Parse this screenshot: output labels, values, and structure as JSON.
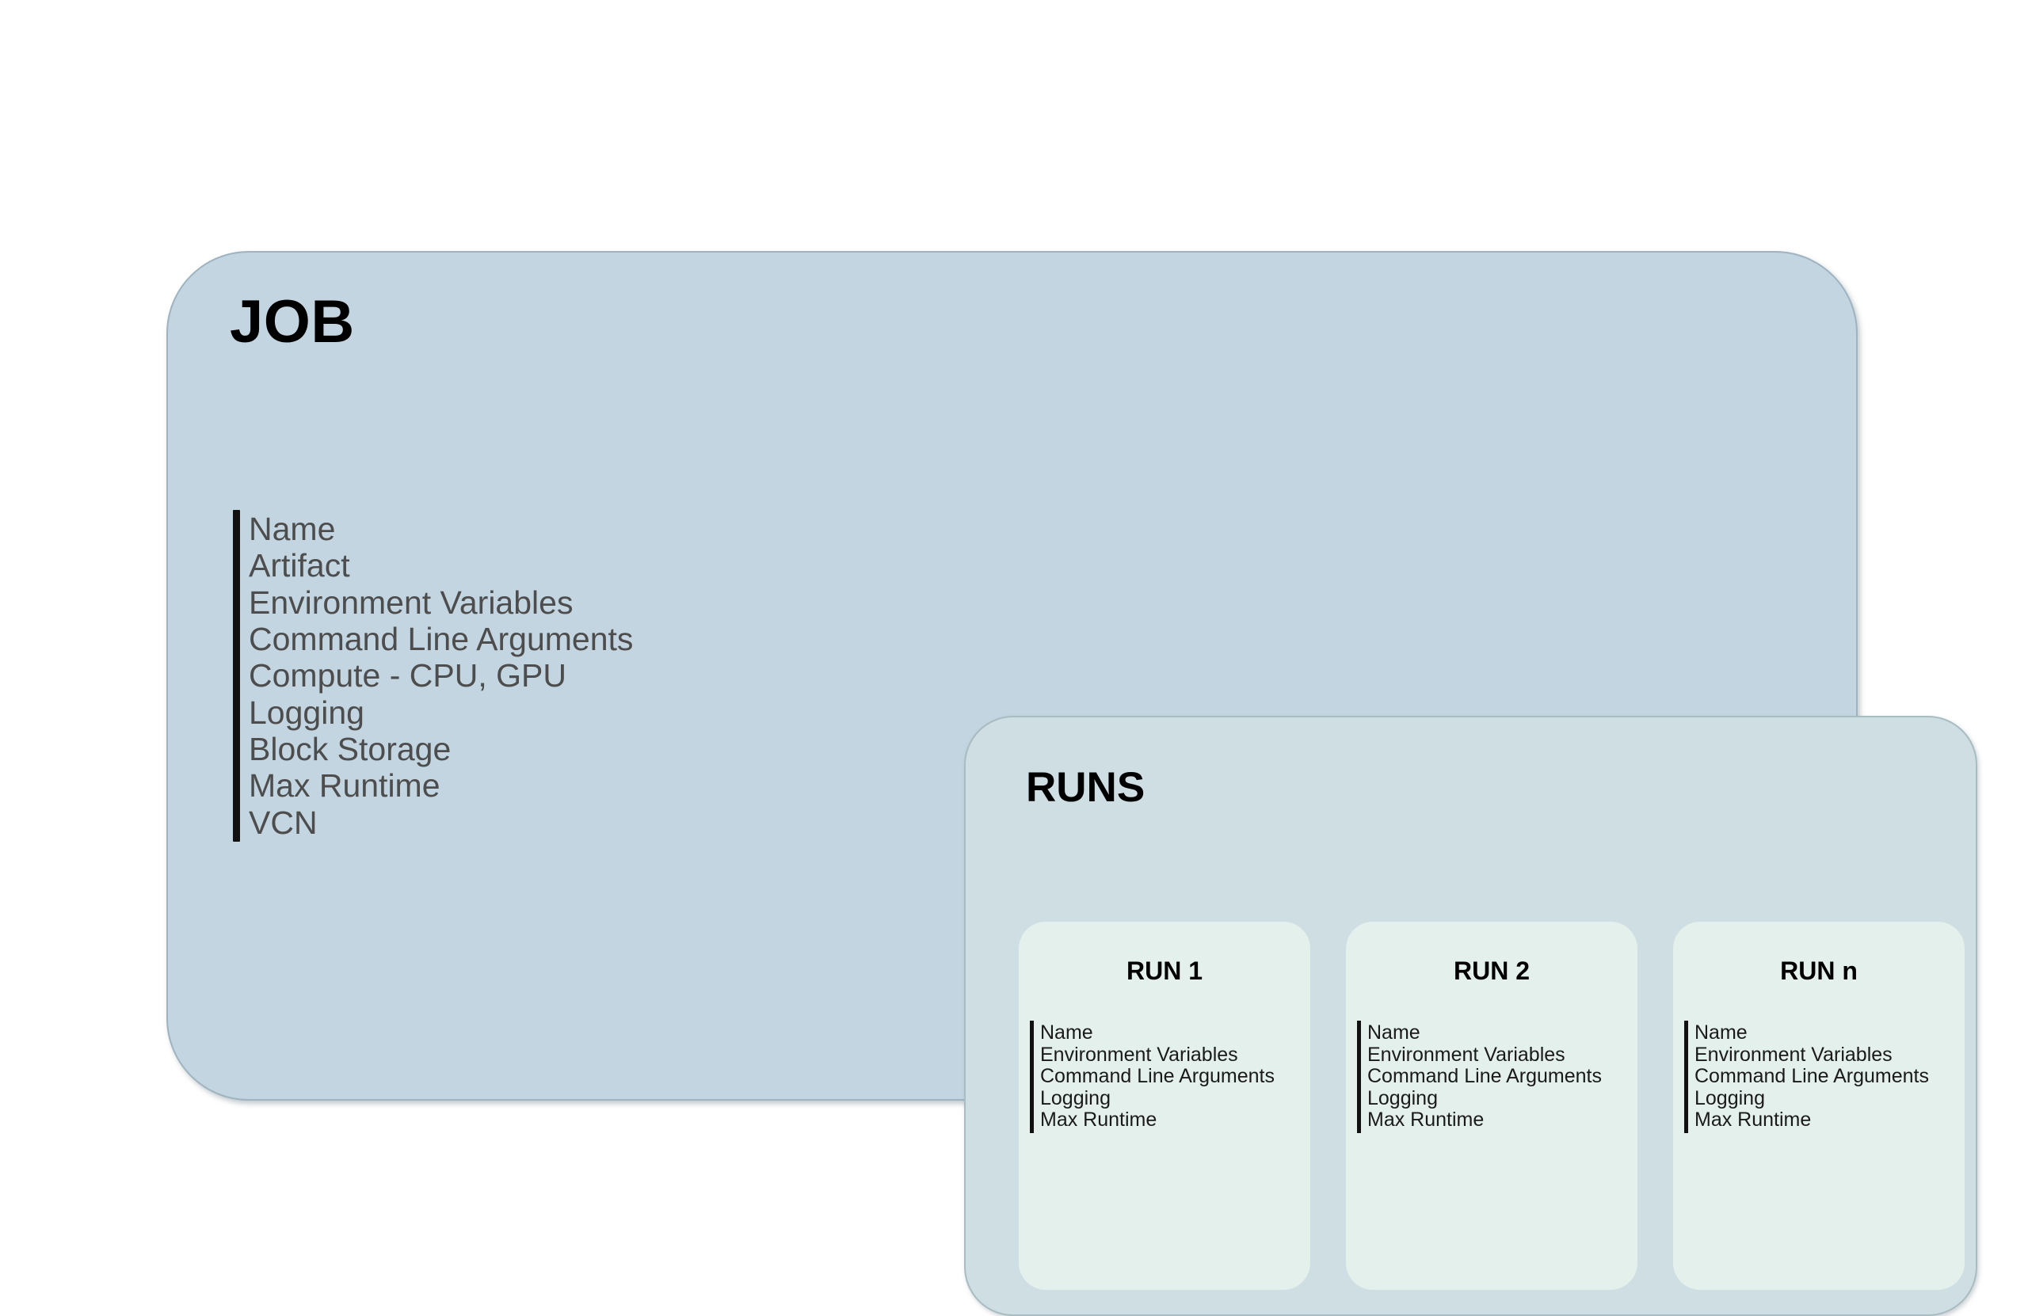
{
  "diagram": {
    "job": {
      "title": "JOB",
      "background_color": "#c3d5e1",
      "border_color": "#9fb3c0",
      "attributes": [
        "Name",
        "Artifact",
        "Environment Variables",
        "Command Line Arguments",
        "Compute - CPU, GPU",
        "Logging",
        "Block Storage",
        "Max Runtime",
        "VCN"
      ]
    },
    "runs": {
      "title": "RUNS",
      "background_color": "#cfdee3",
      "border_color": "#a8bcc2",
      "cards": [
        {
          "title": "RUN 1",
          "attributes": [
            "Name",
            "Environment Variables",
            "Command Line Arguments",
            "Logging",
            "Max Runtime"
          ]
        },
        {
          "title": "RUN 2",
          "attributes": [
            "Name",
            "Environment Variables",
            "Command Line Arguments",
            "Logging",
            "Max Runtime"
          ]
        },
        {
          "title": "RUN n",
          "attributes": [
            "Name",
            "Environment Variables",
            "Command Line Arguments",
            "Logging",
            "Max Runtime"
          ]
        }
      ],
      "card_background_color": "#e4f0ec"
    }
  }
}
